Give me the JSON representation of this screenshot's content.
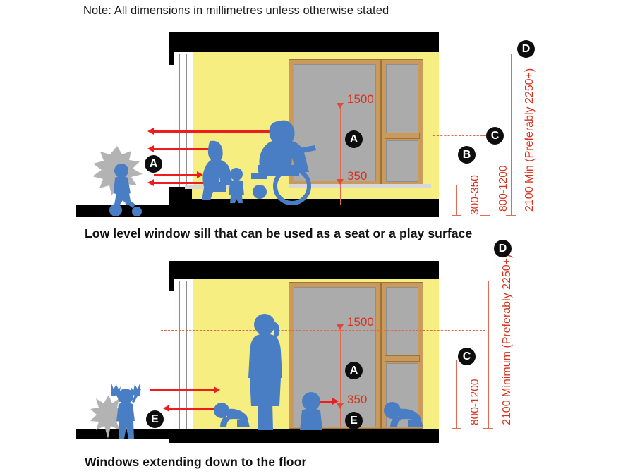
{
  "note": "Note: All dimensions in millimetres unless otherwise stated",
  "colors": {
    "interior_wall": "#F6EE80",
    "structure": "#000000",
    "glass_pane": "#ABABAB",
    "window_frame": "#C99A5B",
    "dimension_red": "#D8331F",
    "sightline_red": "#EE1D1D",
    "person_blue": "#4A7EC4",
    "outside_grey": "#B3B3B3"
  },
  "diagrams": [
    {
      "id": "low-level-sill",
      "caption": "Low level window sill that can be used as a seat or a play surface",
      "interior_dimensions": [
        {
          "label": "1500",
          "meaning": "standing eye height"
        },
        {
          "label": "350",
          "meaning": "low sill height"
        }
      ],
      "markers": [
        {
          "letter": "A",
          "where": "outside-sightline"
        },
        {
          "letter": "A",
          "where": "window-centre"
        },
        {
          "letter": "B",
          "where": "sill-dimension"
        },
        {
          "letter": "C",
          "where": "head-height-dimension"
        },
        {
          "letter": "D",
          "where": "overall-height-dimension"
        }
      ],
      "right_dimensions": [
        {
          "marker": "B",
          "label": "300-350"
        },
        {
          "marker": "C",
          "label": "800-1200"
        },
        {
          "marker": "D",
          "label": "2100 Min (Preferably 2250+)"
        }
      ],
      "figures": [
        "tree-outside",
        "child-on-tricycle-outside",
        "seated-adult-on-sill",
        "toddler-standing",
        "wheelchair-user"
      ],
      "sightlines": 4
    },
    {
      "id": "floor-level-window",
      "caption": "Windows extending down to the floor",
      "interior_dimensions": [
        {
          "label": "1500",
          "meaning": "standing eye height"
        },
        {
          "label": "350",
          "meaning": "crawling child eye height"
        }
      ],
      "markers": [
        {
          "letter": "D",
          "where": "overall-height-dimension"
        },
        {
          "letter": "C",
          "where": "head-height-dimension"
        },
        {
          "letter": "A",
          "where": "window-centre"
        },
        {
          "letter": "E",
          "where": "low-sightline"
        },
        {
          "letter": "E",
          "where": "outside-low-sightline"
        }
      ],
      "right_dimensions": [
        {
          "marker": "C",
          "label": "800-1200"
        },
        {
          "marker": "D",
          "label": "2100 Minimum (Preferably 2250+)"
        }
      ],
      "figures": [
        "child-arms-raised-outside",
        "shrub-outside",
        "crawling-baby-outside",
        "standing-adult",
        "crawling-baby-inside",
        "toddler-at-glass",
        "crawling-baby-right"
      ],
      "sightlines": 2
    }
  ]
}
